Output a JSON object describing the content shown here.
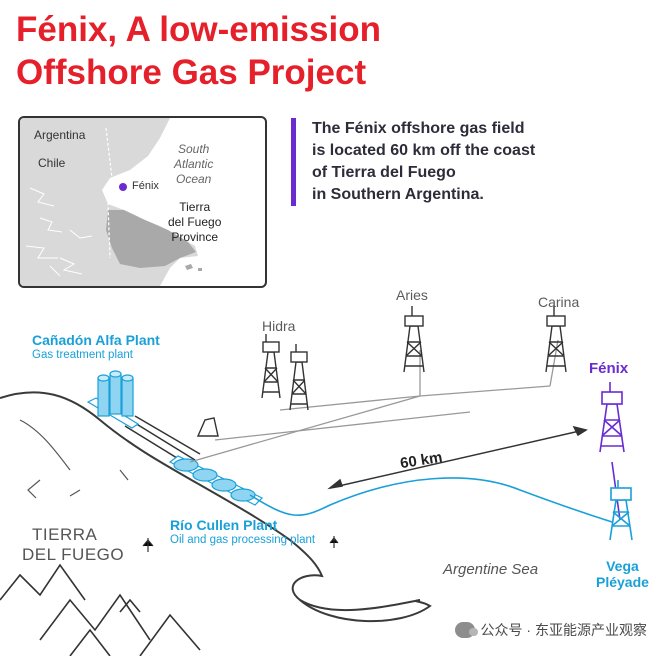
{
  "title": {
    "line1": "Fénix, A low-emission",
    "line2": "Offshore Gas Project"
  },
  "intro": {
    "line1": "The Fénix offshore gas field",
    "line2": "is located 60 km off the coast",
    "line3": "of Tierra del Fuego",
    "line4": "in Southern Argentina."
  },
  "inset_map": {
    "argentina": "Argentina",
    "chile": "Chile",
    "ocean_line1": "South",
    "ocean_line2": "Atlantic",
    "ocean_line3": "Ocean",
    "fenix": "Fénix",
    "province_line1": "Tierra",
    "province_line2": "del Fuego",
    "province_line3": "Province"
  },
  "plants": {
    "canadon_name": "Cañadón Alfa Plant",
    "canadon_desc": "Gas treatment plant",
    "rio_cullen_name": "Río Cullen Plant",
    "rio_cullen_desc": "Oil and gas processing plant"
  },
  "platforms": {
    "hidra": "Hidra",
    "aries": "Aries",
    "carina": "Carina",
    "fenix": "Fénix",
    "vega_line1": "Vega",
    "vega_line2": "Pléyade"
  },
  "map_labels": {
    "tierra_line1": "TIERRA",
    "tierra_line2": "DEL FUEGO",
    "sea": "Argentine Sea",
    "distance": "60 km"
  },
  "watermark": {
    "text": "公众号 · 东亚能源产业观察"
  },
  "colors": {
    "title_red": "#e5202a",
    "fenix_purple": "#6a2bd1",
    "pipeline_blue": "#1aa0d8",
    "text_dark": "#2d2d3a"
  }
}
